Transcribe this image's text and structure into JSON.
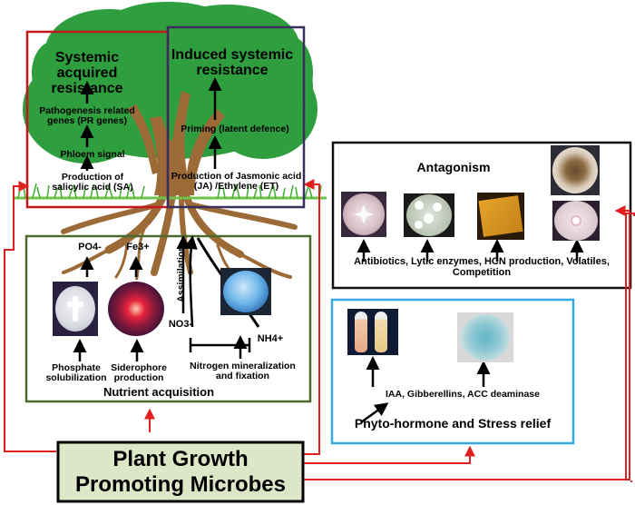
{
  "colors": {
    "foliage": "#2e9e3e",
    "trunk": "#9b6a37",
    "sar_border": "#c0181c",
    "isr_border": "#3a2f5c",
    "nutrient_border": "#4d6a2e",
    "antagonism_border": "#111111",
    "phyto_border": "#36a9e0",
    "pgpm_fill": "#dde7c8",
    "red_arrow": "#e02020"
  },
  "sar": {
    "title": "Systemic acquired resistance",
    "pr_genes": "Pathogenesis related genes (PR genes)",
    "phloem": "Phloem signal",
    "sa": "Production of salicylic acid (SA)"
  },
  "isr": {
    "title": "Induced systemic resistance",
    "priming": "Priming (latent defence)",
    "ja": "Production of Jasmonic acid (JA) /Ethylene (ET)"
  },
  "nutrient": {
    "po4": "PO4-",
    "fe3": "Fe3+",
    "assimilation": "Assimilation",
    "no3": "NO3-",
    "nh4": "NH4+",
    "phosphate": "Phosphate solubilization",
    "siderophore": "Siderophore production",
    "nitrogen": "Nitrogen mineralization and fixation",
    "title": "Nutrient acquisition"
  },
  "antagonism": {
    "title": "Antagonism",
    "caption": "Antibiotics, Lytic enzymes, HCN  production, Volatiles, Competition"
  },
  "phyto": {
    "hormones": "IAA, Gibberellins, ACC deaminase",
    "title": "Phyto-hormone and Stress relief"
  },
  "pgpm": {
    "title": "Plant Growth Promoting Microbes"
  }
}
